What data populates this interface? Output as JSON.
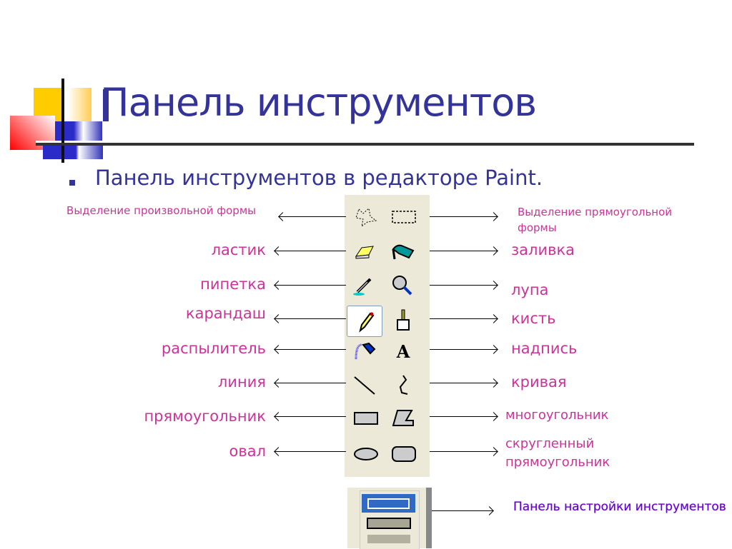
{
  "slide": {
    "title": "Панель инструментов",
    "subtitle": "Панель инструментов в редакторе Paint."
  },
  "left_labels": [
    "Выделение произвольной формы",
    "ластик",
    "пипетка",
    "карандаш",
    "распылитель",
    "линия",
    "прямоугольник",
    "овал"
  ],
  "right_labels": [
    "Выделение прямоугольной формы",
    "заливка",
    "лупа",
    "кисть",
    "надпись",
    "кривая",
    "многоугольник",
    "скругленный прямоугольник"
  ],
  "tools": [
    [
      "free-select-icon",
      "rect-select-icon"
    ],
    [
      "eraser-icon",
      "fill-bucket-icon"
    ],
    [
      "eyedropper-icon",
      "magnifier-icon"
    ],
    [
      "pencil-icon",
      "brush-icon"
    ],
    [
      "airbrush-icon",
      "text-icon"
    ],
    [
      "line-icon",
      "curve-icon"
    ],
    [
      "rectangle-icon",
      "polygon-icon"
    ],
    [
      "ellipse-icon",
      "rounded-rect-icon"
    ]
  ],
  "text_tool_glyph": "A",
  "options_panel_label": "Панель настройки инструментов",
  "colors": {
    "title": "#333399",
    "label": "#CC3399",
    "options_label": "#6600CC"
  }
}
